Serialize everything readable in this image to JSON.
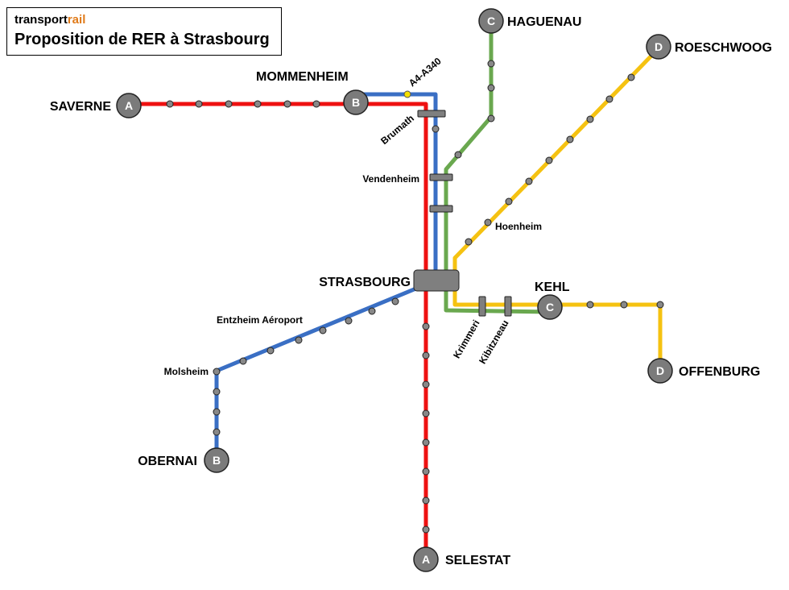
{
  "brand": {
    "name": "transport",
    "accent": "rail",
    "accent_color": "#e07b1a"
  },
  "title": "Proposition de RER à Strasbourg",
  "line_colors": {
    "A": "#ee1111",
    "B": "#3a6fc4",
    "C": "#6aa84f",
    "D": "#f5c211"
  },
  "terminals": {
    "saverne": "SAVERNE",
    "mommenheim": "MOMMENHEIM",
    "haguenau": "HAGUENAU",
    "roeschwoog": "ROESCHWOOG",
    "strasbourg": "STRASBOURG",
    "kehl": "KEHL",
    "offenburg": "OFFENBURG",
    "obernai": "OBERNAI",
    "selestat": "SELESTAT"
  },
  "stations": {
    "a4_a340": "A4-A340",
    "brumath": "Brumath",
    "vendenheim": "Vendenheim",
    "hoenheim": "Hoenheim",
    "entzheim": "Entzheim Aéroport",
    "molsheim": "Molsheim",
    "krimmeri": "Krimmeri",
    "kibitzneau": "Kibitzneau"
  },
  "badges": {
    "saverne": "A",
    "mommenheim": "B",
    "haguenau": "C",
    "roeschwoog": "D",
    "kehl": "C",
    "offenburg": "D",
    "obernai": "B",
    "selestat": "A"
  }
}
